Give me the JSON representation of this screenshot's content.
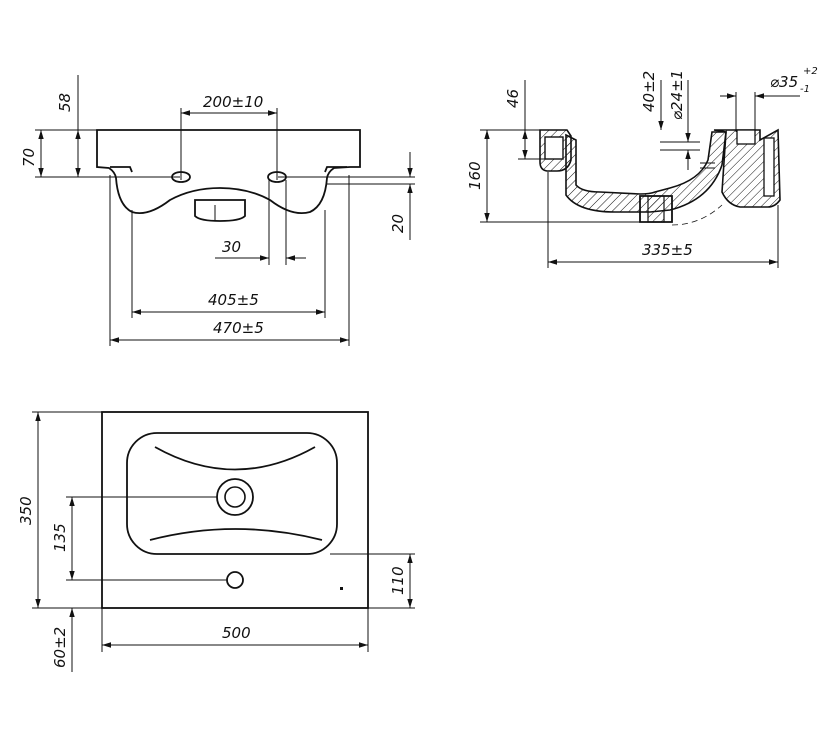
{
  "front_view": {
    "dim_58": "58",
    "dim_70": "70",
    "dim_200": "200±10",
    "dim_20": "20",
    "dim_30": "30",
    "dim_405": "405±5",
    "dim_470": "470±5"
  },
  "side_view": {
    "dim_46": "46",
    "dim_40": "40±2",
    "dim_24": "⌀24±1",
    "dim_35": "⌀35",
    "dim_35_tol_plus": "+2",
    "dim_35_tol_minus": "-1",
    "dim_160": "160",
    "dim_335": "335±5"
  },
  "top_view": {
    "dim_350": "350",
    "dim_135": "135",
    "dim_110": "110",
    "dim_500": "500",
    "dim_60": "60±2"
  }
}
